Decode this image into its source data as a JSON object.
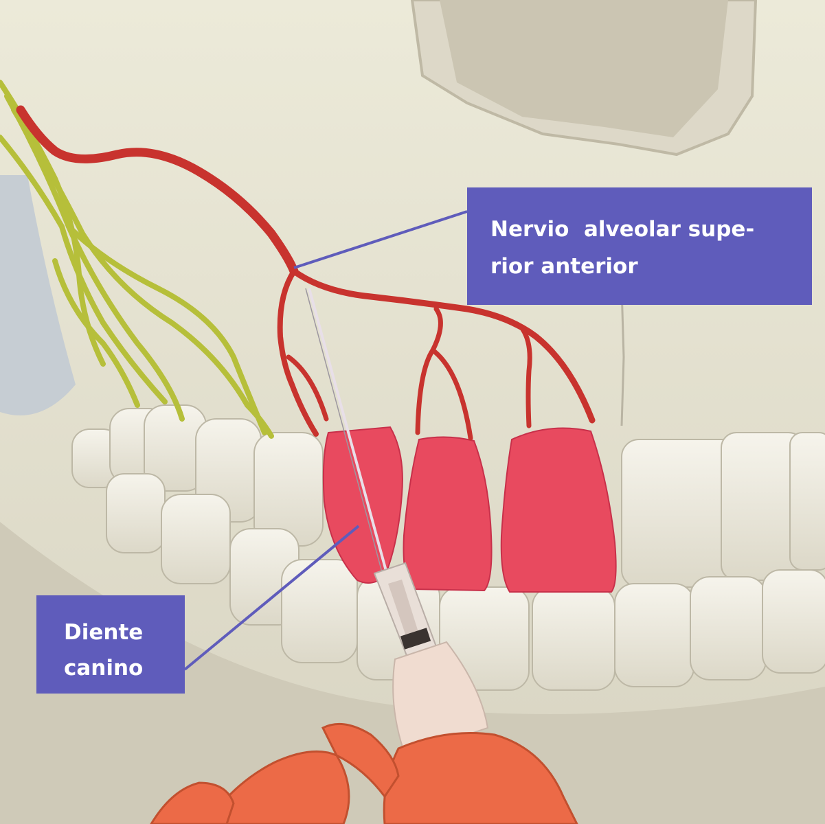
{
  "labels": {
    "nerve": {
      "line1": "Nervio  alveolar supe-",
      "line2": "rior anterior"
    },
    "canine": {
      "line1": "Diente",
      "line2": "canino"
    }
  },
  "colors": {
    "label_bg": "#5f5cbb",
    "label_text": "#ffffff",
    "leader_line": "#5f5cbb",
    "nerve_red": "#c8332e",
    "nerve_yellow": "#b6bf3a",
    "highlight_teeth": "#e84a5f",
    "bone": "#e8e4d6",
    "teeth": "#f0ede3",
    "gloves": "#ec6a47"
  },
  "icons": [
    "syringe-needle-icon",
    "glove-icon"
  ]
}
